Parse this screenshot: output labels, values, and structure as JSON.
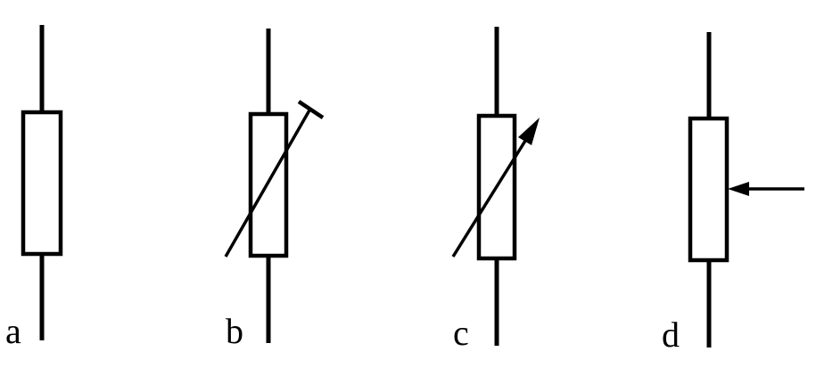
{
  "labels": {
    "a": "a",
    "b": "b",
    "c": "c",
    "d": "d"
  },
  "symbols": [
    {
      "id": "a",
      "type": "fixed-resistor"
    },
    {
      "id": "b",
      "type": "preset-resistor"
    },
    {
      "id": "c",
      "type": "variable-resistor"
    },
    {
      "id": "d",
      "type": "potentiometer"
    }
  ],
  "colors": {
    "stroke": "#000000",
    "background": "#ffffff"
  }
}
